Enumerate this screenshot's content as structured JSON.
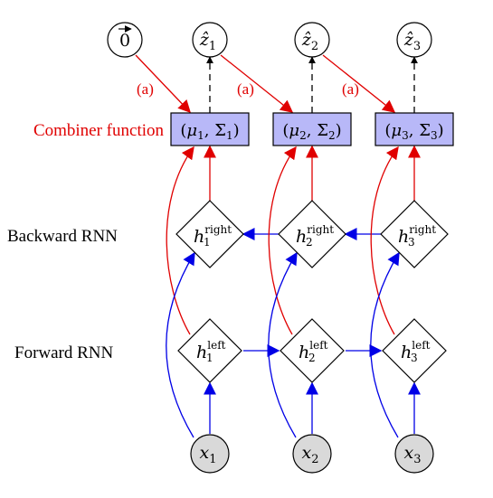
{
  "labels": {
    "combiner": "Combiner function",
    "backward": "Backward RNN",
    "forward": "Forward RNN",
    "annotation": "(a)"
  },
  "zero_node": {
    "symbol": "0"
  },
  "columns": [
    {
      "z_base": "ẑ",
      "z_sub": "1",
      "mu_sub": "1",
      "sigma_sub": "1",
      "h_sub": "1",
      "x_base": "x",
      "x_sub": "1"
    },
    {
      "z_base": "ẑ",
      "z_sub": "2",
      "mu_sub": "2",
      "sigma_sub": "2",
      "h_sub": "2",
      "x_base": "x",
      "x_sub": "2"
    },
    {
      "z_base": "ẑ",
      "z_sub": "3",
      "mu_sub": "3",
      "sigma_sub": "3",
      "h_sub": "3",
      "x_base": "x",
      "x_sub": "3"
    }
  ],
  "combiner_box": {
    "open": "(",
    "mu": "μ",
    "comma": ", ",
    "sigma": "Σ",
    "close": ")"
  },
  "hidden": {
    "base": "h",
    "right_sup": "right",
    "left_sup": "left"
  },
  "colors": {
    "red": "#e00000",
    "blue": "#0000e6",
    "box_fill": "#b8b8f8",
    "x_fill": "#d9d9d9",
    "black": "#000000"
  }
}
